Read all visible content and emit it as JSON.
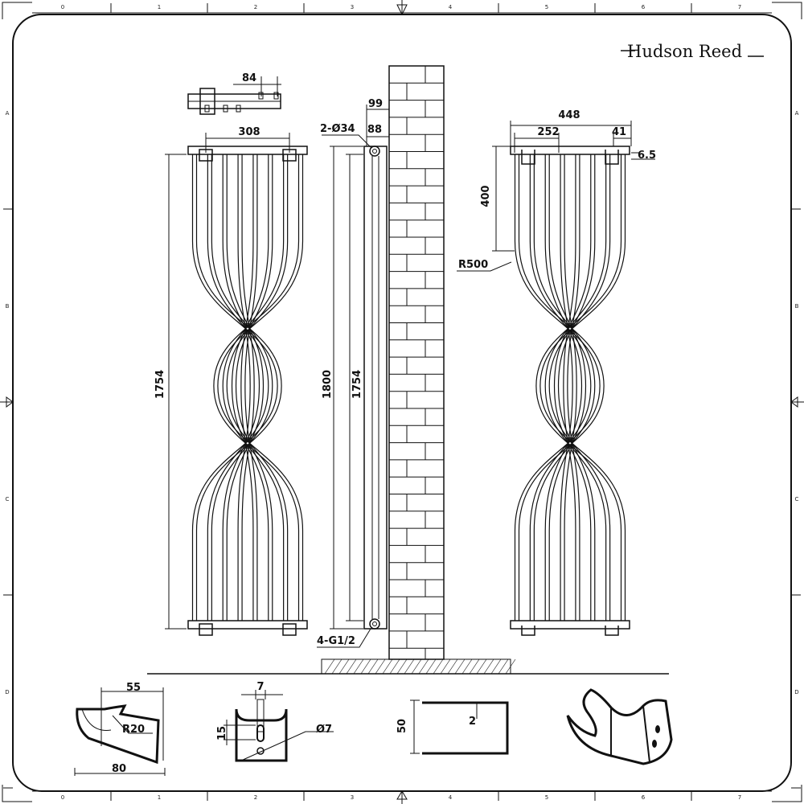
{
  "brand": {
    "logo_text": "Hudson Reed"
  },
  "frame": {
    "column_labels": [
      "0",
      "1",
      "2",
      "3",
      "4",
      "5",
      "6",
      "7"
    ],
    "row_labels": [
      "A",
      "B",
      "C",
      "D"
    ]
  },
  "front_view": {
    "top_spacing": "84",
    "bracket_centres": "308",
    "height_centres": "1754"
  },
  "side_view": {
    "pipe_dia": "2-Ø34",
    "depth": "99",
    "depth_centres": "88",
    "overall_height": "1800",
    "height_centres": "1754",
    "connections": "4-G1/2"
  },
  "rear_view": {
    "overall_width": "448",
    "bracket_spacing": "252",
    "bracket_offset": "41",
    "offset_small": "6.5",
    "bracket_drop": "400",
    "radius": "R500"
  },
  "details": {
    "bracket_width": "55",
    "bracket_radius": "R20",
    "bracket_length": "80",
    "slot_width": "7",
    "slot_height": "15",
    "hole_dia": "Ø7",
    "plate_height": "50",
    "plate_thickness": "2"
  }
}
